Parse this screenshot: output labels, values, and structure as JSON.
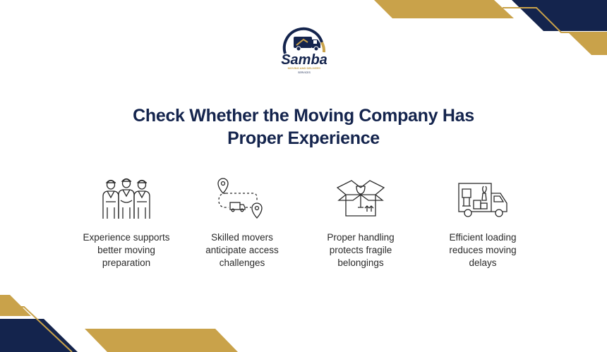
{
  "logo": {
    "brand": "Samba",
    "tagline": "MOVING AND DELIVERY",
    "sub": "SERVICES"
  },
  "headline": {
    "line1": "Check Whether the Moving Company Has",
    "line2": "Proper Experience"
  },
  "features": [
    {
      "icon": "movers-team-icon",
      "lines": [
        "Experience supports",
        "better moving",
        "preparation"
      ]
    },
    {
      "icon": "route-map-icon",
      "lines": [
        "Skilled movers",
        "anticipate access",
        "challenges"
      ]
    },
    {
      "icon": "fragile-box-icon",
      "lines": [
        "Proper handling",
        "protects fragile",
        "belongings"
      ]
    },
    {
      "icon": "delivery-truck-icon",
      "lines": [
        "Efficient loading",
        "reduces moving",
        "delays"
      ]
    }
  ],
  "colors": {
    "navy": "#14244d",
    "gold": "#c9a24a",
    "text": "#2a2a2a"
  }
}
